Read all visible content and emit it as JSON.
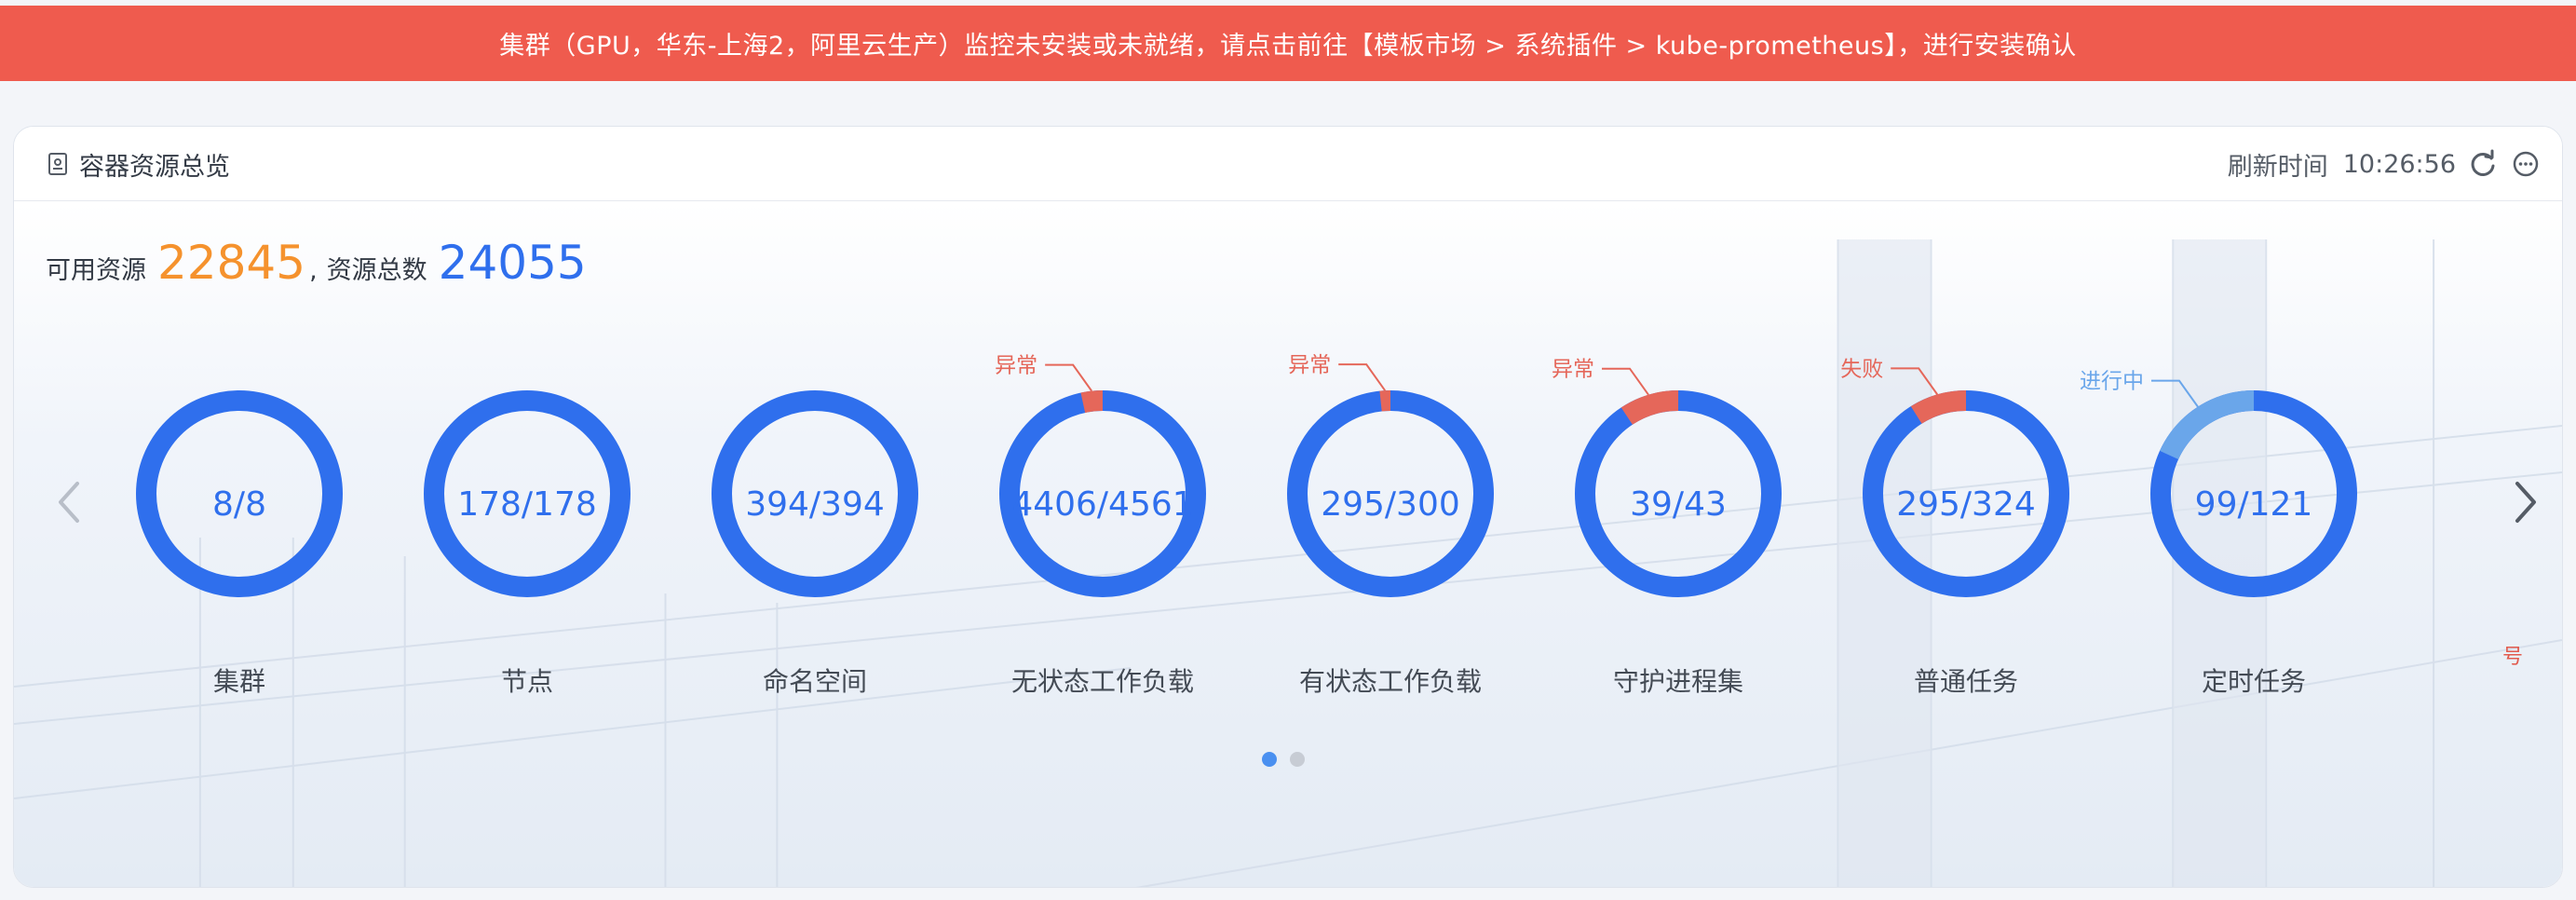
{
  "alert": {
    "text": "集群（GPU，华东-上海2，阿里云生产）监控未安装或未就绪，请点击前往【模板市场 > 系统插件 > kube-prometheus】，进行安装确认"
  },
  "card": {
    "title": "容器资源总览",
    "title_icon": "document-icon",
    "refresh_label": "刷新时间",
    "refresh_time": "10:26:56",
    "refresh_icon": "refresh-icon",
    "more_icon": "more-icon"
  },
  "summary": {
    "available_label": "可用资源",
    "available_value": "22845",
    "separator": ",",
    "total_label": "资源总数",
    "total_value": "24055"
  },
  "rings": [
    {
      "id": "cluster",
      "value": "8/8",
      "label": "集群",
      "used": 8,
      "total": 8,
      "status_label": "",
      "status_color": ""
    },
    {
      "id": "node",
      "value": "178/178",
      "label": "节点",
      "used": 178,
      "total": 178,
      "status_label": "",
      "status_color": ""
    },
    {
      "id": "namespace",
      "value": "394/394",
      "label": "命名空间",
      "used": 394,
      "total": 394,
      "status_label": "",
      "status_color": ""
    },
    {
      "id": "stateless",
      "value": "4406/4561",
      "label": "无状态工作负载",
      "used": 4406,
      "total": 4561,
      "status_label": "异常",
      "status_color": "#e5675a"
    },
    {
      "id": "stateful",
      "value": "295/300",
      "label": "有状态工作负载",
      "used": 295,
      "total": 300,
      "status_label": "异常",
      "status_color": "#e5675a"
    },
    {
      "id": "daemonset",
      "value": "39/43",
      "label": "守护进程集",
      "used": 39,
      "total": 43,
      "status_label": "异常",
      "status_color": "#e5675a"
    },
    {
      "id": "job",
      "value": "295/324",
      "label": "普通任务",
      "used": 295,
      "total": 324,
      "status_label": "失败",
      "status_color": "#e5675a"
    },
    {
      "id": "cronjob",
      "value": "99/121",
      "label": "定时任务",
      "used": 99,
      "total": 121,
      "status_label": "进行中",
      "status_color": "#6aa6ea"
    }
  ],
  "carousel": {
    "pages": 2,
    "active_page": 1,
    "prev_icon": "chevron-left-icon",
    "next_icon": "chevron-right-icon",
    "edge_glyph": "号"
  },
  "colors": {
    "alert_bg": "#ef5b4e",
    "ring_primary": "#2f6fed",
    "available_orange": "#f5922d",
    "total_blue": "#2f6fed"
  }
}
